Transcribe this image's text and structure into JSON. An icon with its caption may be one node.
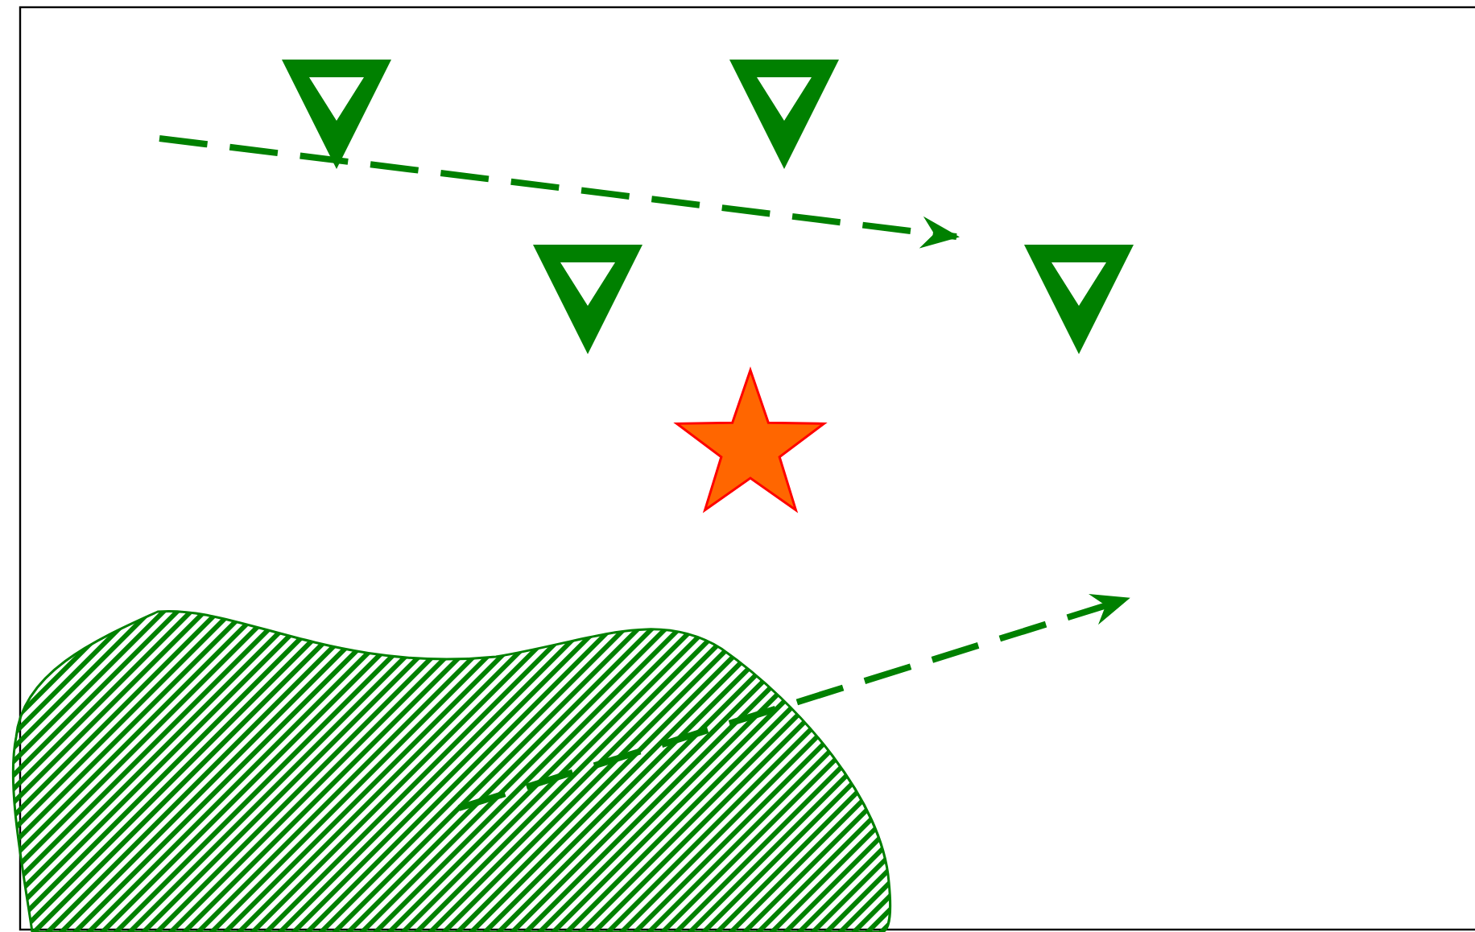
{
  "diagram": {
    "nodes": [
      {
        "text": [],
        "shape": "triangle"
      },
      {
        "text": [],
        "shape": "triangle"
      },
      {
        "text": [],
        "shape": "triangle"
      },
      {
        "text": [],
        "shape": "triangle"
      },
      {
        "text": [],
        "shape": "star"
      },
      {
        "text": [],
        "shape": "area"
      }
    ]
  }
}
